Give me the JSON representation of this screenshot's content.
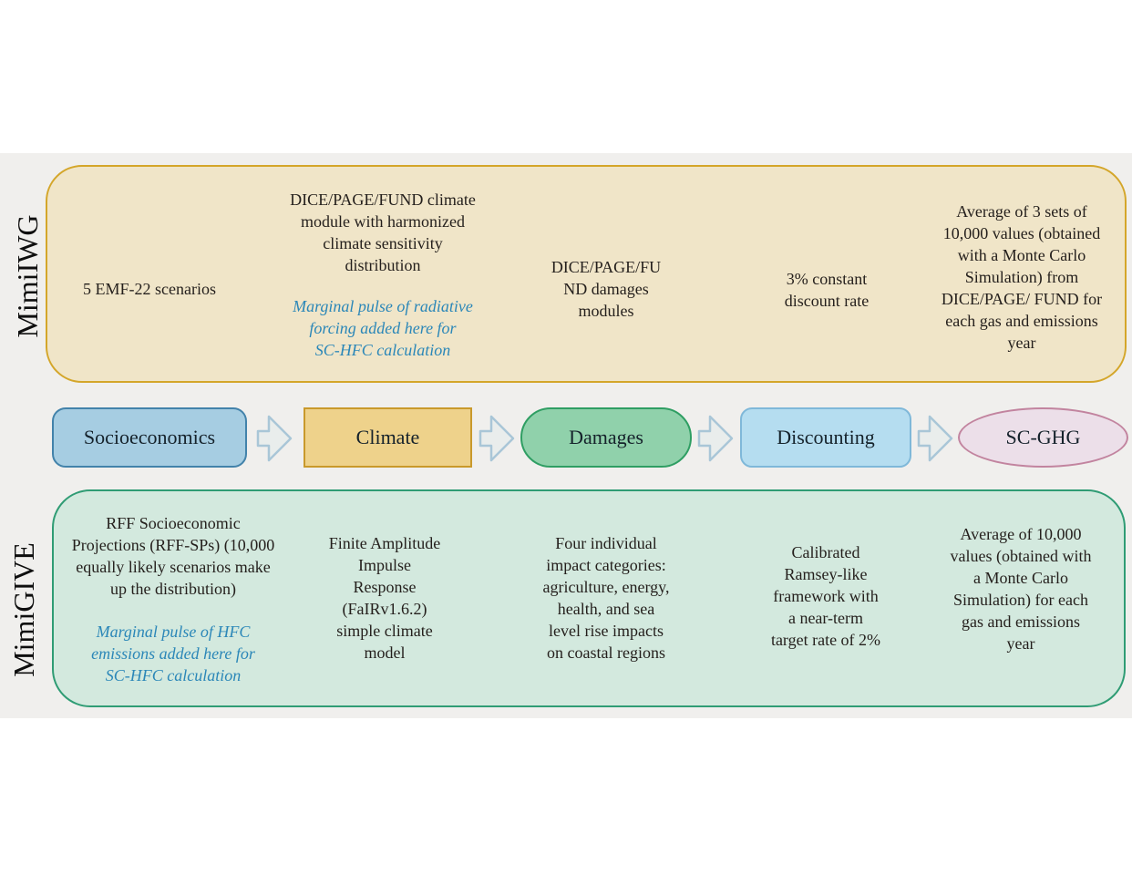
{
  "palette": {
    "background": "#ffffff",
    "canvas_gray": "#f0efed",
    "iwg_box_fill": "#f0e5c8",
    "iwg_box_border": "#d4a62a",
    "give_box_fill": "#d3e9de",
    "give_box_border": "#2f9c74",
    "socioeconomics_fill": "#a6cde2",
    "socioeconomics_border": "#4282aa",
    "climate_fill": "#eed28b",
    "climate_border": "#c9992b",
    "damages_fill": "#90d1ab",
    "damages_border": "#2f9e63",
    "discounting_fill": "#b5ddf0",
    "discounting_border": "#7fb8d9",
    "scghg_fill": "#ecdfe9",
    "scghg_border": "#c2849f",
    "arrow_fill": "#e9edec",
    "arrow_border": "#a9c6d7",
    "note_text": "#2b87b8",
    "body_text": "#241f1c"
  },
  "iwg": {
    "label": "MimiIWG",
    "scenarios": "5 EMF-22 scenarios",
    "climate_module": "DICE/PAGE/FUND climate\nmodule with harmonized\nclimate sensitivity\ndistribution",
    "climate_note": "Marginal pulse of radiative\nforcing added here for\nSC-HFC calculation",
    "damages": "DICE/PAGE/FU\nND damages\nmodules",
    "discounting": "3% constant\ndiscount rate",
    "output": "Average of 3 sets of\n10,000 values (obtained\nwith a Monte Carlo\nSimulation) from\nDICE/PAGE/ FUND for\neach gas and emissions\nyear"
  },
  "flow": {
    "stages": [
      {
        "label": "Socioeconomics"
      },
      {
        "label": "Climate"
      },
      {
        "label": "Damages"
      },
      {
        "label": "Discounting"
      },
      {
        "label": "SC-GHG"
      }
    ]
  },
  "give": {
    "label": "MimiGIVE",
    "socioeconomics": "RFF Socioeconomic\nProjections (RFF-SPs) (10,000\nequally likely scenarios make\nup the  distribution)",
    "socioeconomics_note": "Marginal pulse of HFC\nemissions added here for\nSC-HFC calculation",
    "climate": "Finite Amplitude\nImpulse\nResponse\n(FaIRv1.6.2)\nsimple climate\nmodel",
    "damages": "Four individual\nimpact categories:\nagriculture, energy,\nhealth, and sea\nlevel rise impacts\non coastal regions",
    "discounting": "Calibrated\nRamsey-like\nframework with\na near-term\ntarget rate of 2%",
    "output": "Average of 10,000\nvalues (obtained with\na Monte Carlo\nSimulation) for each\ngas and emissions\nyear"
  }
}
